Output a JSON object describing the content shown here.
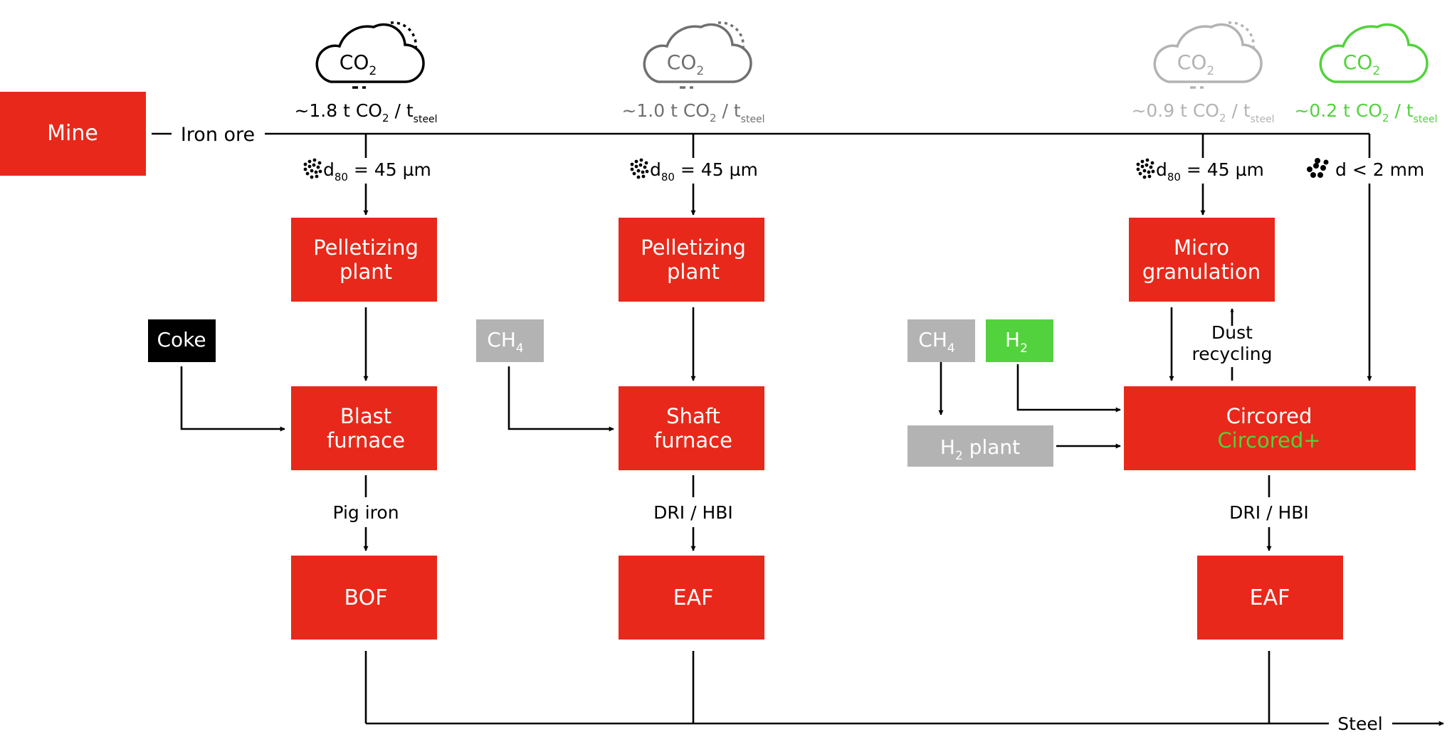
{
  "colors": {
    "red": "#e8281a",
    "black": "#000000",
    "dark_gray": "#707070",
    "light_gray": "#b3b3b3",
    "green": "#52d23c",
    "white": "#ffffff"
  },
  "icons": {
    "cloud": "co2-cloud-icon",
    "particles": "particle-dots-icon",
    "arrow": "arrow-right-icon"
  },
  "source": {
    "mine": "Mine",
    "iron_ore": "Iron ore"
  },
  "emissions": [
    {
      "co2_label": "CO",
      "co2_sub": "2",
      "value": "~1.8 t CO",
      "sub": "2",
      "per": " / t",
      "steel_sub": "steel",
      "color": "#000000"
    },
    {
      "co2_label": "CO",
      "co2_sub": "2",
      "value": "~1.0 t CO",
      "sub": "2",
      "per": " / t",
      "steel_sub": "steel",
      "color": "#707070"
    },
    {
      "co2_label": "CO",
      "co2_sub": "2",
      "value": "~0.9 t CO",
      "sub": "2",
      "per": " / t",
      "steel_sub": "steel",
      "color": "#b3b3b3"
    },
    {
      "co2_label": "CO",
      "co2_sub": "2",
      "value": "~0.2 t CO",
      "sub": "2",
      "per": " / t",
      "steel_sub": "steel",
      "color": "#52d23c"
    }
  ],
  "particle_sizes": {
    "d80": {
      "d": "d",
      "sub": "80",
      "rest": " = 45 µm"
    },
    "coarse": "d < 2 mm"
  },
  "processes": {
    "pelletizing": [
      "Pelletizing",
      "plant"
    ],
    "micro_granulation": [
      "Micro",
      "granulation"
    ],
    "blast_furnace": [
      "Blast",
      "furnace"
    ],
    "shaft_furnace": [
      "Shaft",
      "furnace"
    ],
    "circored": "Circored",
    "circored_plus": "Circored+",
    "bof": "BOF",
    "eaf": "EAF",
    "h2_plant": {
      "h": "H",
      "sub": "2",
      "rest": " plant"
    }
  },
  "inputs": {
    "coke": "Coke",
    "ch4": {
      "base": "CH",
      "sub": "4"
    },
    "h2": {
      "base": "H",
      "sub": "2"
    }
  },
  "flows": {
    "pig_iron": "Pig iron",
    "dri_hbi": "DRI / HBI",
    "dust_recycling": [
      "Dust",
      "recycling"
    ],
    "steel": "Steel"
  }
}
